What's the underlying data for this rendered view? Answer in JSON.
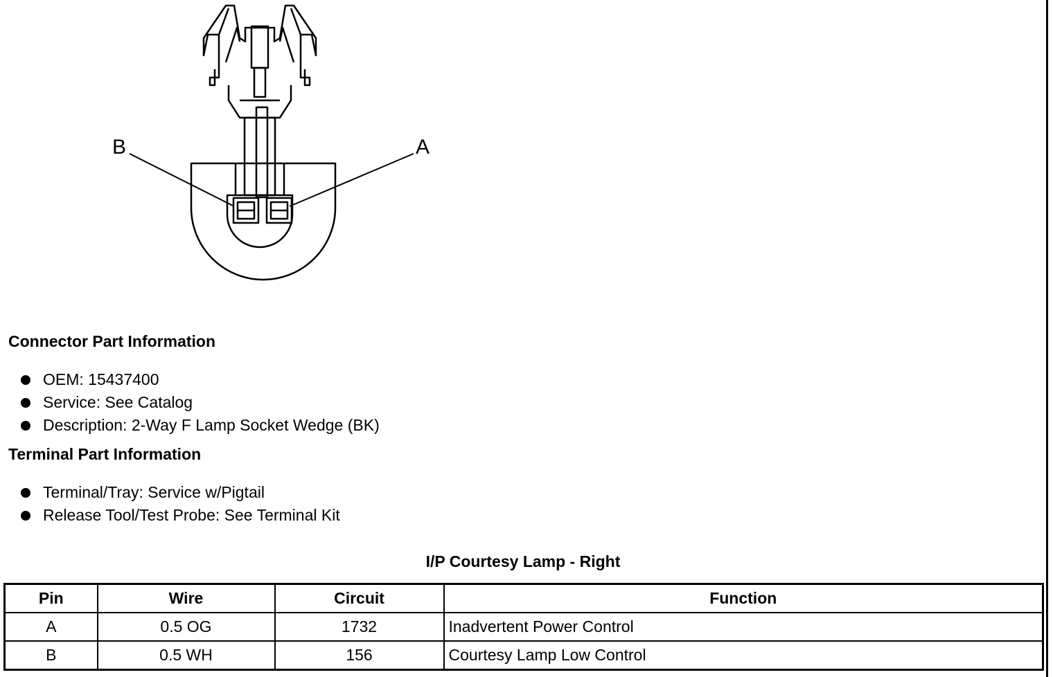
{
  "diagram": {
    "label_b": "B",
    "label_a": "A"
  },
  "connector_info": {
    "heading": "Connector Part Information",
    "items": [
      "OEM: 15437400",
      "Service: See Catalog",
      "Description: 2-Way F Lamp Socket Wedge (BK)"
    ]
  },
  "terminal_info": {
    "heading": "Terminal Part Information",
    "items": [
      "Terminal/Tray: Service w/Pigtail",
      "Release Tool/Test Probe: See Terminal Kit"
    ]
  },
  "table": {
    "title": "I/P Courtesy Lamp - Right",
    "headers": [
      "Pin",
      "Wire",
      "Circuit",
      "Function"
    ],
    "rows": [
      [
        "A",
        "0.5 OG",
        "1732",
        "Inadvertent Power Control"
      ],
      [
        "B",
        "0.5 WH",
        "156",
        "Courtesy Lamp Low Control"
      ]
    ]
  }
}
